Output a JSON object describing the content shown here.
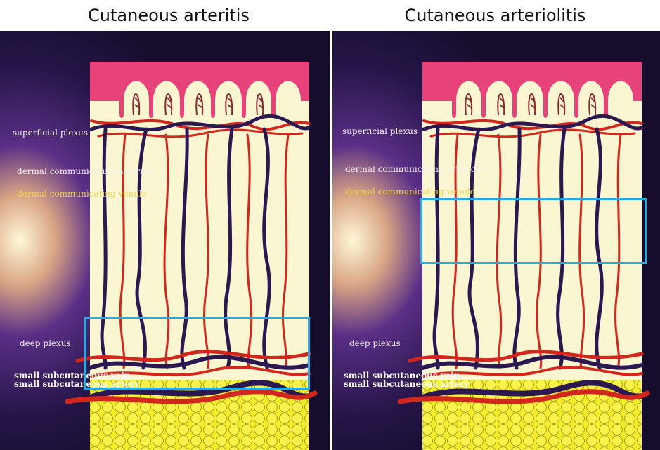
{
  "panels": [
    {
      "title": "Cutaneous arteritis",
      "labels": {
        "superficial_plexus": "superficial plexus",
        "dermal_communicating_arteriole": "dermal communicating arteriole",
        "dermal_communicating_venule": "dermal communicating venule",
        "deep_plexus": "deep plexus",
        "small_subcutaneous_vein": "small subcutaneous vein",
        "small_subcutaneous_artery": "small subcutaneous artery"
      },
      "highlight": "deep plexus"
    },
    {
      "title": "Cutaneous arteriolitis",
      "labels": {
        "superficial_plexus": "superficial plexus",
        "dermal_communicating_arteriole": "dermal communicating arteriole",
        "dermal_communicating_venule": "dermal communicating venule",
        "deep_plexus": "deep plexus",
        "small_subcutaneous_vein": "small subcutaneous vein",
        "small_subcutaneous_artery": "small subcutaneous artery"
      },
      "highlight": "mid dermis"
    }
  ],
  "colors": {
    "highlight_box": "#27a9e1",
    "epidermis": "#e8427a",
    "dermis": "#fbf6d2",
    "subcutis_fat": "#f4ee2a",
    "artery": "#d2271d",
    "vein": "#2c1850",
    "background": "#1c1238"
  }
}
